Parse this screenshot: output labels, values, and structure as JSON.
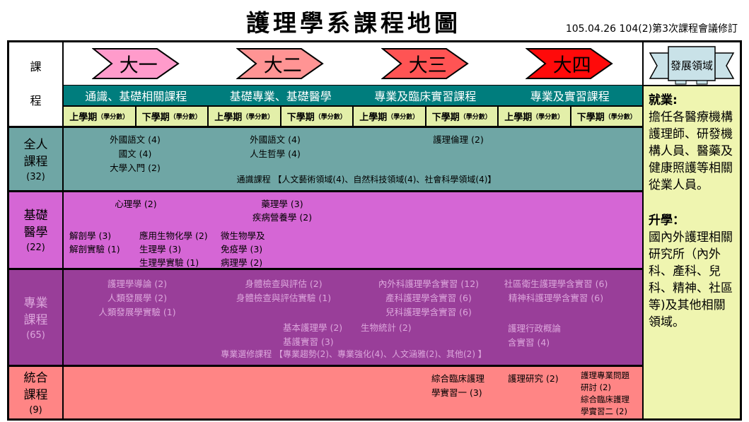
{
  "page": {
    "title": "護理學系課程地圖",
    "revision": "105.04.26 104(2)第3次課程會議修訂"
  },
  "corner": {
    "lines": [
      "課",
      "程"
    ]
  },
  "years": [
    {
      "label": "大一",
      "color": "#ff9bcb"
    },
    {
      "label": "大二",
      "color": "#ff9494"
    },
    {
      "label": "大三",
      "color": "#ff5454"
    },
    {
      "label": "大四",
      "color": "#ff0a0a"
    }
  ],
  "categories": [
    "通識、基礎相關課程",
    "基礎專業、基礎醫學",
    "專業及臨床實習課程",
    "專業及實習課程"
  ],
  "semesters": [
    {
      "label": "上學期",
      "sub": "（學分數）"
    },
    {
      "label": "下學期",
      "sub": "（學分數）"
    },
    {
      "label": "上學期",
      "sub": "（學分數）"
    },
    {
      "label": "下學期",
      "sub": "（學分數）"
    },
    {
      "label": "上學期",
      "sub": "（學分數）"
    },
    {
      "label": "下學期",
      "sub": "（學分數）"
    },
    {
      "label": "上學期",
      "sub": "（學分數）"
    },
    {
      "label": "下學期",
      "sub": "（學分數）"
    }
  ],
  "rows": [
    {
      "label_lines": [
        "全人",
        "課程"
      ],
      "credits": "(32)",
      "groups": [
        {
          "lines": [
            "外國語文 (4)",
            "國文 (4)",
            "大學入門 (2)"
          ]
        },
        {
          "lines": [
            "外國語文 (4)",
            "人生哲學 (4)"
          ]
        },
        {
          "lines": [
            "護理倫理 (2)"
          ]
        },
        {
          "lines": [
            "通識課程 【人文藝術領域(4)、自然科技領域(4)、社會科學領域(4)】"
          ]
        }
      ]
    },
    {
      "label_lines": [
        "基礎",
        "醫學"
      ],
      "credits": "(22)",
      "groups": [
        {
          "lines": [
            "心理學 (2)"
          ]
        },
        {
          "lines": [
            "藥理學 (3)",
            "疾病營養學 (2)"
          ]
        },
        {
          "lines": [
            "解剖學 (3)",
            "解剖實驗 (1)"
          ]
        },
        {
          "lines": [
            "應用生物化學 (2)",
            "生理學 (3)",
            "生理學實驗 (1)"
          ]
        },
        {
          "lines": [
            "微生物學及",
            "免疫學 (3)",
            "病理學 (2)"
          ]
        }
      ]
    },
    {
      "label_lines": [
        "專業",
        "課程"
      ],
      "credits": "(65)",
      "groups": [
        {
          "lines": [
            "護理學導論 (2)",
            "人類發展學 (2)",
            "人類發展學實驗 (1)"
          ]
        },
        {
          "lines": [
            "身體檢查與評估 (2)",
            "身體檢查與評估實驗 (1)"
          ]
        },
        {
          "lines": [
            "內外科護理學含實習 (12)",
            "產科護理學含實習 (6)",
            "兒科護理學含實習 (6)"
          ]
        },
        {
          "lines": [
            "社區衛生護理學含實習 (6)",
            "精神科護理學含實習 (6)"
          ]
        },
        {
          "lines": [
            "基本護理學 (2)",
            "基護實習 (3)"
          ]
        },
        {
          "lines": [
            "生物統計 (2)"
          ]
        },
        {
          "lines": [
            "護理行政概論",
            "含實習 (4)"
          ]
        },
        {
          "lines": [
            "專業選修課程 【專業趨勢(2)、專業強化(4)、人文涵雅(2)、其他(2) 】"
          ]
        }
      ]
    },
    {
      "label_lines": [
        "統合",
        "課程"
      ],
      "credits": "(9)",
      "groups": [
        {
          "lines": [
            "綜合臨床護理",
            "學實習一 (3)"
          ]
        },
        {
          "lines": [
            "護理研究 (2)"
          ]
        },
        {
          "lines": [
            "護理專業問題",
            "研討 (2)",
            "綜合臨床護理",
            "學實習二 (2)"
          ]
        }
      ]
    }
  ],
  "development": {
    "banner": "發展領域",
    "employment_title": "就業:",
    "employment_body": "擔任各醫療機構護理師、研發機構人員、醫藥及健康照護等相關從業人員。",
    "further_title": "升學：",
    "further_body": "國內外護理相關研究所（內外科、產科、兒科、精神、社區等)及其他相關領域。",
    "ribbon_color": "#c9e2e8"
  },
  "colors": {
    "category_bar": "#007d7d",
    "semester_bg": "#e3efa9",
    "row_holistic": "#6fa6a5",
    "row_basic_medicine": "#d566d5",
    "row_professional": "#993e99",
    "row_professional_text": "#dca6dc",
    "row_integrated": "#ff8585",
    "development_bg": "#eff5b0"
  }
}
